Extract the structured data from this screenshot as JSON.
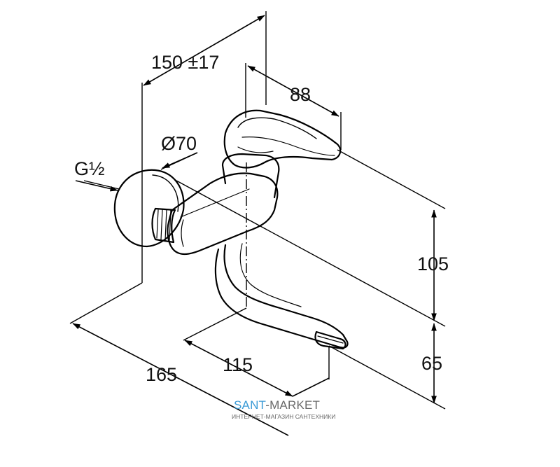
{
  "dimensions": {
    "depth_total": "150 ±17",
    "lever_length": "88",
    "rosette_diameter": "Ø70",
    "connection_thread": "G½",
    "spout_height": "105",
    "outlet_height": "65",
    "spout_reach": "165",
    "outlet_offset": "115"
  },
  "watermark": {
    "brand_part1": "SANT",
    "brand_part2": "-MARKET",
    "tagline": "ИНТЕРНЕТ-МАГАЗИН САНТЕХНИКИ"
  },
  "colors": {
    "line": "#000000",
    "brand_blue": "#3b9bd6",
    "brand_grey": "#6a6a6a"
  }
}
